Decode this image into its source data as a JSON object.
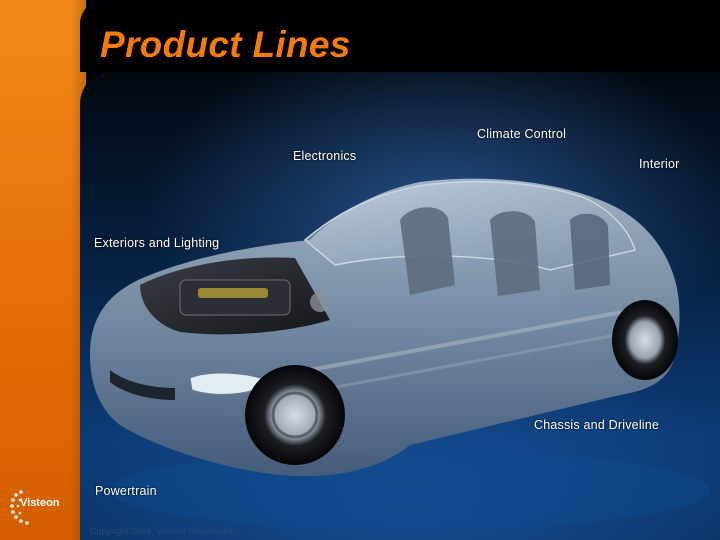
{
  "slide": {
    "title": "Product Lines",
    "copyright": "Copyright 2004, Visteon Corporation",
    "logo_text": "Visteon"
  },
  "labels": {
    "climate_control": "Climate Control",
    "electronics": "Electronics",
    "interior": "Interior",
    "exteriors_lighting": "Exteriors and Lighting",
    "chassis_driveline": "Chassis and Driveline",
    "powertrain": "Powertrain"
  },
  "colors": {
    "accent_orange": "#f37a0c",
    "band_black": "#000000",
    "photo_blue": "#0b3b76"
  },
  "icons": [
    "visteon-logo-icon"
  ]
}
